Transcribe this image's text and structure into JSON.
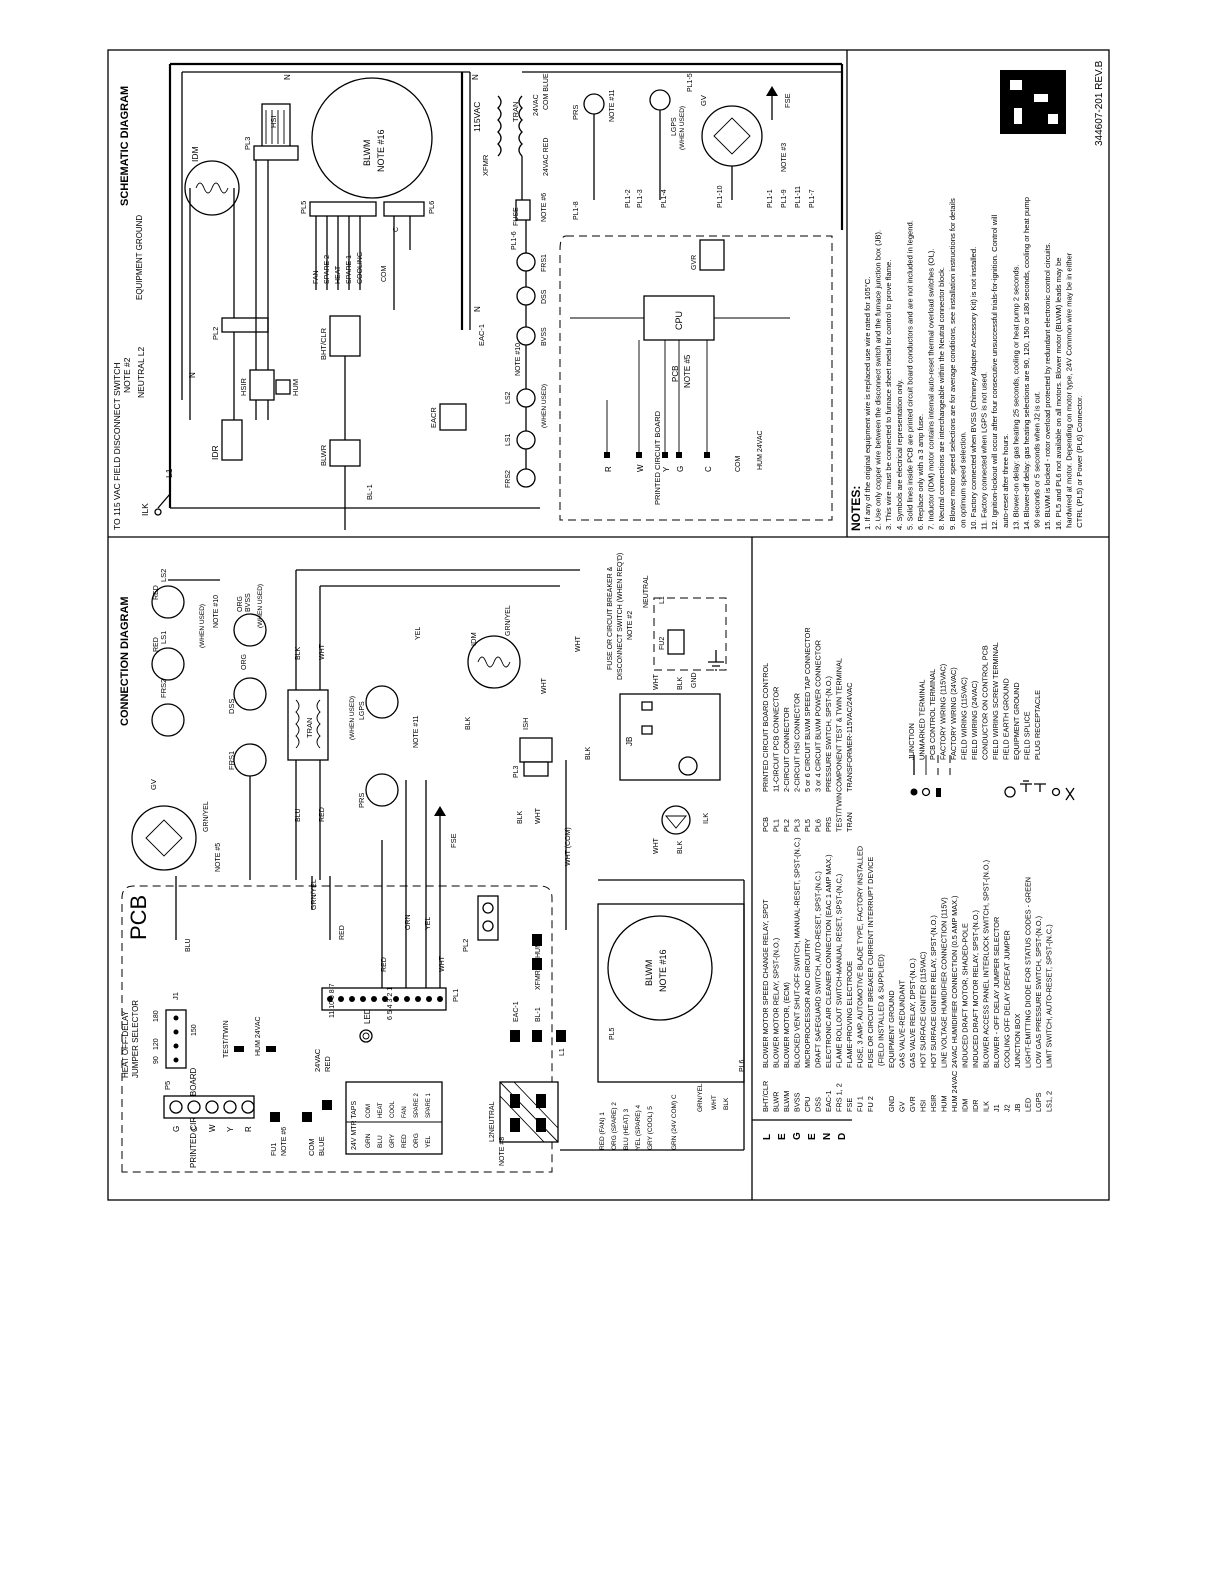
{
  "connection": {
    "title": "CONNECTION DIAGRAM",
    "pcb_label": "PCB",
    "printed_circuit_board": "PRINTED CIRCUIT BOARD",
    "heat_off_delay": "HEAT OFF-DELAY",
    "jumper_selector": "JUMPER SELECTOR",
    "jumper_values": [
      "90",
      "120",
      "150",
      "180"
    ],
    "j1": "J1",
    "test_twin": "TEST/TWIN",
    "hum_24vac": "HUM 24VAC",
    "led": "LED",
    "vac_24": "24VAC",
    "red": "RED",
    "com": "COM",
    "blue": "BLUE",
    "fu1": "FU1",
    "note6": "NOTE #6",
    "p5": "P5",
    "terminals": [
      "G",
      "C",
      "W",
      "Y",
      "R"
    ],
    "mtr_taps_title": "24V MTR TAPS",
    "mtr_taps_left": [
      "GRN",
      "BLU",
      "GRY",
      "RED",
      "ORG",
      "YEL"
    ],
    "mtr_taps_right": [
      "COM",
      "HEAT",
      "COOL",
      "FAN",
      "SPARE 2",
      "SPARE 1"
    ],
    "pl1": "PL1",
    "pl1_pins_a": "11 10 9 8 7",
    "pl1_pins_b": "6 5 4 3 2 1",
    "pl2": "PL2",
    "pl3": "PL3",
    "pl5": "PL5",
    "pl6": "PL6",
    "eac1": "EAC-1",
    "bl1": "BL-1",
    "xfmr": "XFMR",
    "hum": "HUM",
    "l1": "L1",
    "l2neutral": "L2NEUTRAL",
    "note8": "NOTE #8",
    "blwm": "BLWM",
    "note16": "NOTE #16",
    "motor_leads": [
      "RED (FAN)  1",
      "ORG (SPARE) 2",
      "BLU (HEAT) 3",
      "YEL (SPARE) 4",
      "GRY (COOL) 5",
      "GRN (24V COM) C"
    ],
    "grn_yel": "GRN/YEL",
    "wht": "WHT",
    "blk": "BLK",
    "gv": "GV",
    "note5": "NOTE #5",
    "frs1": "FRS1",
    "frs2": "FRS2",
    "dss": "DSS",
    "ls1": "LS1",
    "ls2": "LS2",
    "bvss": "BVSS",
    "when_used": "(WHEN USED)",
    "note10": "NOTE #10",
    "org": "ORG",
    "blu": "BLU",
    "yel": "YEL",
    "orn": "ORN",
    "wht_com": "WHT (COM)",
    "tran": "TRAN",
    "lgps": "LGPS",
    "note11": "NOTE #11",
    "prs": "PRS",
    "fse": "FSE",
    "idm": "IDM",
    "ish": "ISH",
    "jb": "JB",
    "ilk": "ILK",
    "gnd": "GND",
    "fu2": "FU2",
    "neutral": "NEUTRAL",
    "fuse_note": [
      "FUSE OR CIRCUIT BREAKER &",
      "DISCONNECT SWITCH (WHEN REQ'D)",
      "NOTE #2"
    ]
  },
  "schematic": {
    "title": "SCHEMATIC DIAGRAM",
    "field_disconnect": "TO 115 VAC FIELD DISCONNECT SWITCH",
    "note2": "NOTE #2",
    "neutral_l2": "NEUTRAL L2",
    "equipment_ground": "EQUIPMENT GROUND",
    "ilk": "ILK",
    "l1": "L1",
    "n": "N",
    "idm": "IDM",
    "idr": "IDR",
    "hsi": "HSI",
    "hsir": "HSIR",
    "hum": "HUM",
    "pl2": "PL2",
    "pl3": "PL3",
    "pl5": "PL5",
    "pl6": "PL6",
    "blwm": "BLWM",
    "note16": "NOTE #16",
    "motor_taps": [
      "FAN",
      "SPARE 2",
      "HEAT",
      "SPARE 1",
      "COOLING",
      "COM"
    ],
    "c": "C",
    "bht_clr": "BHT/CLR",
    "blwr": "BLWR",
    "bl1": "BL-1",
    "eacr": "EACR",
    "eac1": "EAC-1",
    "xfmr": "XFMR",
    "vac115": "115VAC",
    "tran": "TRAN",
    "vac24": "24VAC",
    "com_blue": "COM BLUE",
    "vac24_red": "24VAC RED",
    "fuse": "FUSE",
    "note6": "NOTE #6",
    "pl1_labels": [
      "PL1-8",
      "PL1-2",
      "PL1-3",
      "PL1-4",
      "PL1-10",
      "PL1-1",
      "PL1-9",
      "PL1-11",
      "PL1-7",
      "PL1-5",
      "PL1-6"
    ],
    "note41": "NOTE #11",
    "note3": "NOTE #3",
    "prs": "PRS",
    "lgps": "LGPS",
    "when_used": "(WHEN USED)",
    "gv": "GV",
    "fse": "FSE",
    "gvr": "GVR",
    "cpu": "CPU",
    "pcb": "PCB",
    "note5": "NOTE #5",
    "frs1": "FRS1",
    "frs2": "FRS2",
    "dss": "DSS",
    "bvss": "BVSS",
    "note10": "NOTE #10",
    "ls1": "LS1",
    "ls2": "LS2",
    "printed_circuit_board": "PRINTED CIRCUIT BOARD",
    "terminals": [
      "R",
      "W",
      "Y",
      "G",
      "C"
    ],
    "com": "COM",
    "hum24vac": "HUM 24VAC",
    "doc_number": "344607-201 REV.B"
  },
  "notes": {
    "title": "NOTES:",
    "items": [
      "1. If any of the original equipment wire is replaced use wire rated for 105°C.",
      "2. Use only copper wire between the disconnect switch and the furnace junction box (JB).",
      "3. This wire must be connected to furnace sheet metal for control to prove flame.",
      "4. Symbols are electrical representation only.",
      "5. Solid lines inside PCB are printed circuit board conductors and are not included in legend.",
      "6. Replace only with a 3 amp fuse.",
      "7. Inductor (IDM) motor contains internal auto-reset thermal overload switches (OL).",
      "8. Neutral connections are interchangeable within the Neutral connector block.",
      "9. Blower motor speed selections are for average conditions, see installation instructions for details",
      "   on optimum speed selection.",
      "10. Factory connected when BVSS (Chimney Adapter Accessory Kit) is not installed.",
      "11. Factory connected when LGPS is not used.",
      "12. Ignition-lockout will occur after four consecutive unsuccessful trials-for-ignition. Control will",
      "    auto-reset after three hours.",
      "13. Blower-on delay: gas heating 25 seconds, cooling or heat pump 2 seconds.",
      "14. Blower-off delay: gas heating selections are 90, 120, 150 or 180 seconds, cooling or heat pump",
      "    90 seconds or 5 seconds when J2 is cut.",
      "15. BLWM is locked - rotor overload protected by redundant electronic control circuits.",
      "16. PL5 and PL6 not available on all motors.  Blower motor (BLWM) leads may be",
      "    hardwired at motor. Depending on motor type, 24V Common wire may be in either",
      "    CTRL (PL5) or Power (PL6) Connector."
    ]
  },
  "legend": {
    "letters": [
      "L",
      "E",
      "G",
      "E",
      "N",
      "D"
    ],
    "col1": [
      [
        "BHT/CLR",
        "BLOWER MOTOR SPEED CHANGE RELAY, SPDT"
      ],
      [
        "BLWR",
        "BLOWER MOTOR RELAY, SPST-(N.O.)"
      ],
      [
        "BLWM",
        "BLOWER MOTOR, (ECM)"
      ],
      [
        "BVSS",
        "BLOCKED VENT SHUT-OFF SWITCH, MANUAL-RESET, SPST-(N.C.)"
      ],
      [
        "CPU",
        "MICROPROCESSOR AND CIRCUITRY"
      ],
      [
        "DSS",
        "DRAFT SAFEGUARD SWITCH, AUTO-RESET, SPST-(N.C.)"
      ],
      [
        "EAC-1",
        "ELECTRONIC AIR CLEANER CONNECTION (EAC 1 AMP MAX.)"
      ],
      [
        "FRS 1, 2",
        "FLAME ROLLOUT SWITCH-MANUAL RESET, SPST-(N.C.)"
      ],
      [
        "FSE",
        "FLAME-PROVING ELECTRODE"
      ],
      [
        "FU 1",
        "FUSE, 3 AMP, AUTOMOTIVE BLADE TYPE, FACTORY INSTALLED"
      ],
      [
        "FU 2",
        "FUSE OR CIRCUIT BREAKER CURRENT INTERRUPT DEVICE"
      ],
      [
        "",
        "     (FIELD INSTALLED & SUPPLIED)"
      ],
      [
        "GND",
        "EQUIPMENT GROUND"
      ],
      [
        "GV",
        "GAS VALVE-REDUNDANT"
      ],
      [
        "GVR",
        "GAS VALVE RELAY, DPST-(N.O.)"
      ],
      [
        "HSI",
        "HOT SURFACE IGNITER (115VAC)"
      ],
      [
        "HSIR",
        "HOT SURFACE IGNITER RELAY, SPST-(N.O.)"
      ],
      [
        "HUM",
        "LINE VOLTAGE HUMIDIFIER CONNECTION (115V)"
      ],
      [
        "HUM 24VAC",
        "24VAC HUMIDIFIER CONNECTION (0.5 AMP MAX.)"
      ],
      [
        "IDM",
        "INDUCED DRAFT MOTOR, SHADED-POLE"
      ],
      [
        "IDR",
        "INDUCED DRAFT MOTOR RELAY, SPST-(N.O.)"
      ],
      [
        "ILK",
        "BLOWER ACCESS PANEL INTERLOCK SWITCH, SPST-(N.O.)"
      ],
      [
        "J1",
        "BLOWER - OFF DELAY JUMPER SELECTOR"
      ],
      [
        "J2",
        "COOLING OFF DELAY DEFEAT JUMPER"
      ],
      [
        "JB",
        "JUNCTION BOX"
      ],
      [
        "LED",
        "LIGHT-EMITTING DIODE FOR STATUS CODES - GREEN"
      ],
      [
        "LGPS",
        "LOW GAS PRESSURE SWITCH, SPST-(N.O.)"
      ],
      [
        "LS1, 2",
        "LIMIT SWITCH, AUTO-RESET, SPST-(N.C.)"
      ]
    ],
    "col2": [
      [
        "PCB",
        "PRINTED CIRCUIT BOARD CONTROL"
      ],
      [
        "PL1",
        "11-CIRCUIT PCB CONNECTOR"
      ],
      [
        "PL2",
        "2-CIRCUIT CONNECTOR"
      ],
      [
        "PL3",
        "2-CIRCUIT HSI CONNECTOR"
      ],
      [
        "PL5",
        "5 or 6 CIRCUIT BLWM SPEED TAP CONNECTOR"
      ],
      [
        "PL6",
        "3 or 4 CIRCUIT BLWM POWER CONNECTOR"
      ],
      [
        "PRS",
        "PRESSURE SWITCH, SPST-(N.O.)"
      ],
      [
        "TEST/TWIN",
        "COMPONENT TEST & TWIN TERMINAL"
      ],
      [
        "TRAN",
        "TRANSFORMER-115VAC/24VAC"
      ]
    ],
    "symbols": [
      "JUNCTION",
      "UNMARKED TERMINAL",
      "PCB CONTROL TERMINAL",
      "FACTORY WIRING (115VAC)",
      "FACTORY WIRING (24VAC)",
      "FIELD WIRING (115VAC)",
      "FIELD WIRING (24VAC)",
      "CONDUCTOR ON CONTROL PCB",
      "FIELD WIRING SCREW TERMINAL",
      "FIELD EARTH GROUND",
      "EQUIPMENT GROUND",
      "FIELD SPLICE",
      "PLUG RECEPTACLE"
    ]
  }
}
